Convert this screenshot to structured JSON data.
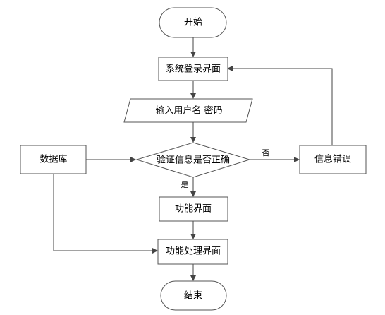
{
  "nodes": {
    "start": "开始",
    "login": "系统登录界面",
    "input": "输入用户名 密码",
    "verify": "验证信息是否正确",
    "database": "数据库",
    "error": "信息错误",
    "function_ui": "功能界面",
    "function_process": "功能处理界面",
    "end": "结束"
  },
  "edges": {
    "no": "否",
    "yes": "是"
  }
}
